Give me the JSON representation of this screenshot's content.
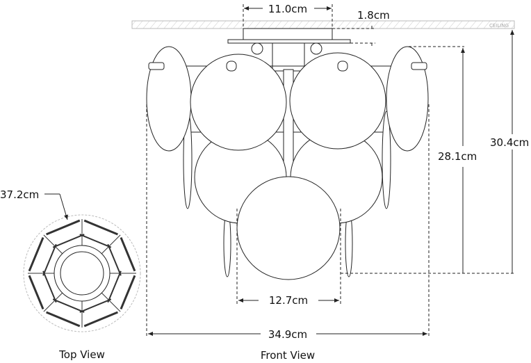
{
  "dimensions": {
    "canopy_width": "11.0cm",
    "canopy_depth": "1.8cm",
    "body_height": "28.1cm",
    "overall_height": "30.4cm",
    "bottom_disc_width": "12.7cm",
    "overall_width": "34.9cm",
    "diameter": "37.2cm"
  },
  "ceiling_label": "CEILING",
  "views": {
    "top": "Top View",
    "front": "Front View"
  }
}
